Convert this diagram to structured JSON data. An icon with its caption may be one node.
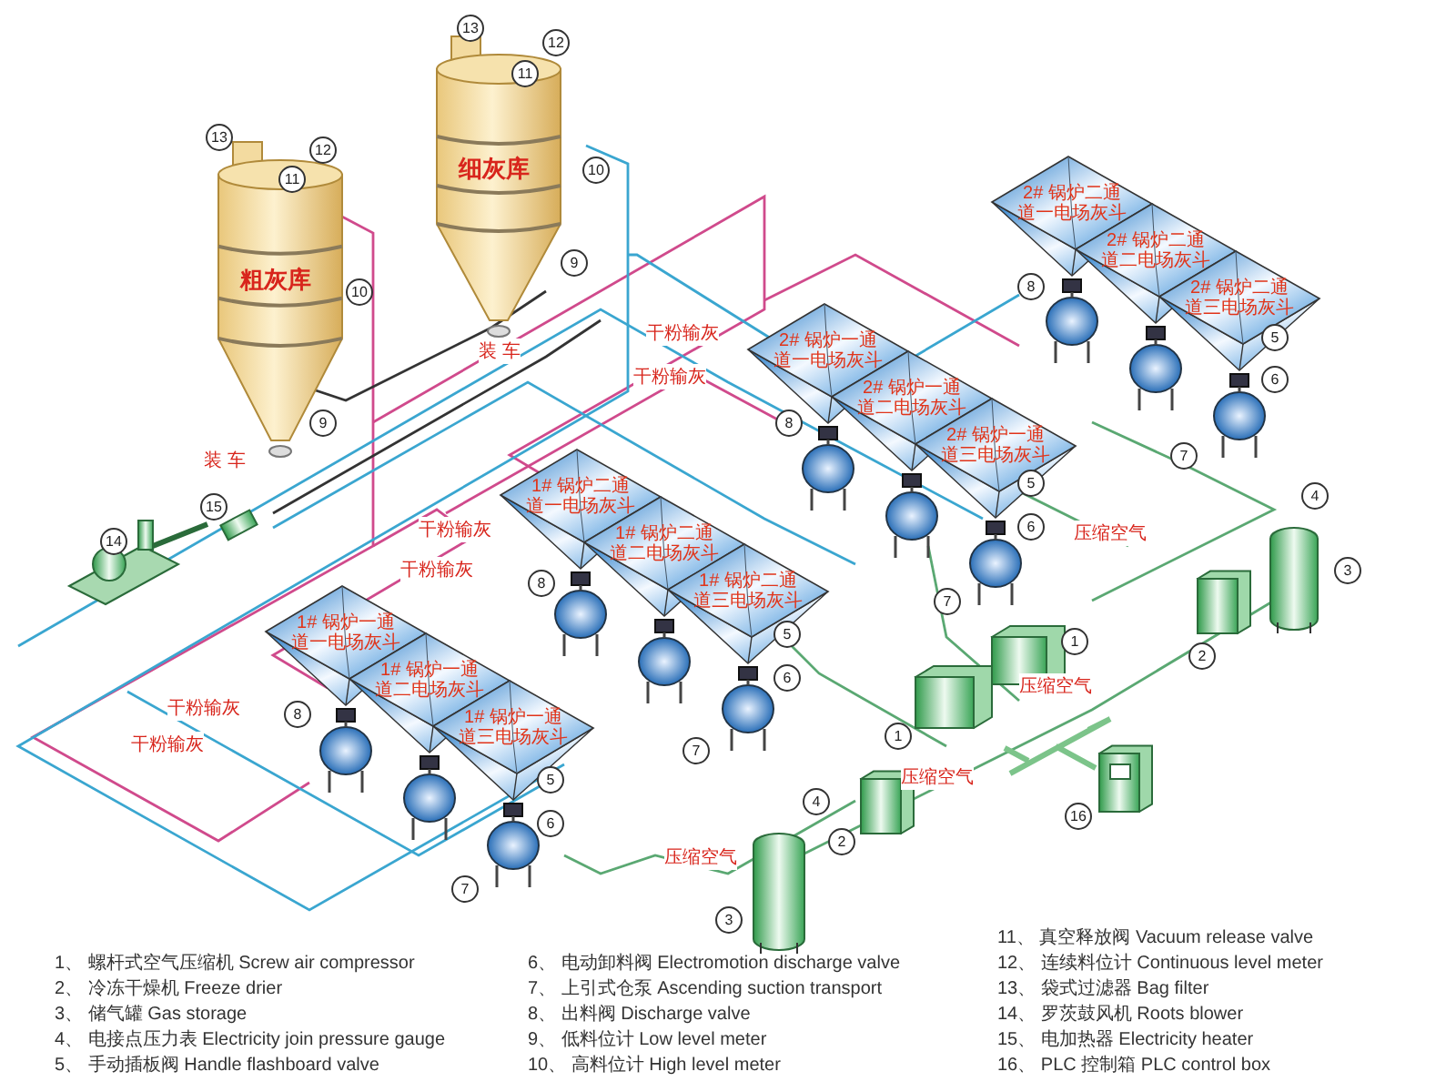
{
  "diagram": {
    "nodes": [
      {
        "text": [
          "细灰库"
        ]
      },
      {
        "text": [
          "粗灰库"
        ]
      },
      {
        "text": [
          "2# 锅炉二通道一电场灰斗"
        ]
      },
      {
        "text": [
          "2# 锅炉二通道二电场灰斗"
        ]
      },
      {
        "text": [
          "2# 锅炉二通道三电场灰斗"
        ]
      },
      {
        "text": [
          "2# 锅炉一通道一电场灰斗"
        ]
      },
      {
        "text": [
          "2# 锅炉一通道二电场灰斗"
        ]
      },
      {
        "text": [
          "2# 锅炉一通道三电场灰斗"
        ]
      },
      {
        "text": [
          "1# 锅炉二通道一电场灰斗"
        ]
      },
      {
        "text": [
          "1# 锅炉二通道二电场灰斗"
        ]
      },
      {
        "text": [
          "1# 锅炉二通道三电场灰斗"
        ]
      },
      {
        "text": [
          "1# 锅炉一通道一电场灰斗"
        ]
      },
      {
        "text": [
          "1# 锅炉一通道二电场灰斗"
        ]
      },
      {
        "text": [
          "1# 锅炉一通道三电场灰斗"
        ]
      }
    ],
    "labels": [
      "13",
      "12",
      "11",
      "13",
      "12",
      "10",
      "11",
      "9",
      "8",
      "10",
      "装 车",
      "干粉输灰",
      "5",
      "干粉输灰",
      "6",
      "9",
      "8",
      "7",
      "装 车",
      "5",
      "4",
      "15",
      "干粉输灰",
      "6",
      "14",
      "压缩空气",
      "3",
      "干粉输灰",
      "8",
      "7",
      "1",
      "2",
      "5",
      "压缩空气",
      "6",
      "干粉输灰",
      "8",
      "1",
      "7",
      "干粉输灰",
      "压缩空气",
      "5",
      "4",
      "16",
      "6",
      "2",
      "7",
      "压缩空气",
      "3",
      "1、 螺杆式空气压缩机 Screw air compressor",
      "2、 冷冻干燥机 Freeze drier",
      "3、 储气罐 Gas storage",
      "4、 电接点压力表 Electricity join pressure gauge",
      "5、 手动插板阀 Handle flashboard valve",
      "6、 电动卸料阀 Electromotion discharge valve",
      "7、 上引式仓泵 Ascending suction transport",
      "8、 出料阀 Discharge valve",
      "9、 低料位计 Low level meter",
      "10、 高料位计 High level meter",
      "11、 真空释放阀 Vacuum release valve",
      "12、 连续料位计 Continuous level meter",
      "13、 袋式过滤器 Bag filter",
      "14、 罗茨鼓风机 Roots blower",
      "15、 电加热器 Electricity heater",
      "16、 PLC 控制箱 PLC control box"
    ]
  }
}
